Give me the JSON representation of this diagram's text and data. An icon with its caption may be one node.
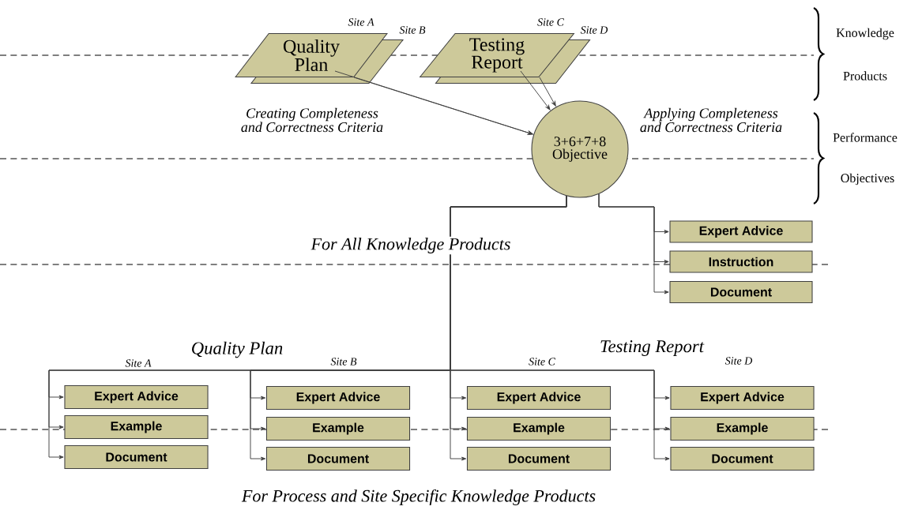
{
  "diagram": {
    "nodes": [
      {
        "text": [
          "Quality Plan"
        ],
        "beside": [
          "Site A",
          "Site B"
        ]
      },
      {
        "text": [
          "Testing Report"
        ],
        "beside": [
          "Site C",
          "Site D"
        ]
      },
      {
        "text": [
          "3+6+7+8 Objective"
        ]
      },
      {
        "text": [
          "Expert Advice"
        ]
      },
      {
        "text": [
          "Instruction"
        ]
      },
      {
        "text": [
          "Document"
        ]
      },
      {
        "text": [
          "Expert Advice"
        ]
      },
      {
        "text": [
          "Example"
        ]
      },
      {
        "text": [
          "Document"
        ]
      },
      {
        "text": [
          "Expert Advice"
        ]
      },
      {
        "text": [
          "Example"
        ]
      },
      {
        "text": [
          "Document"
        ]
      },
      {
        "text": [
          "Expert Advice"
        ]
      },
      {
        "text": [
          "Example"
        ]
      },
      {
        "text": [
          "Document"
        ]
      },
      {
        "text": [
          "Expert Advice"
        ]
      },
      {
        "text": [
          "Example"
        ]
      },
      {
        "text": [
          "Document"
        ]
      }
    ],
    "edges": [
      {
        "from": 0,
        "to": 2,
        "arrow": "to"
      },
      {
        "from": 0,
        "to": 2,
        "arrow": "to"
      },
      {
        "from": 1,
        "to": 2,
        "arrow": "to"
      },
      {
        "from": 1,
        "to": 2,
        "arrow": "to"
      },
      {
        "from": 2,
        "to": 3,
        "arrow": "to"
      },
      {
        "from": 2,
        "to": 4,
        "arrow": "to"
      },
      {
        "from": 2,
        "to": 5,
        "arrow": "to"
      },
      {
        "from": 2,
        "to": 6,
        "arrow": "to"
      },
      {
        "from": 2,
        "to": 7,
        "arrow": "to"
      },
      {
        "from": 2,
        "to": 8,
        "arrow": "to"
      },
      {
        "from": 2,
        "to": 9,
        "arrow": "to"
      },
      {
        "from": 2,
        "to": 10,
        "arrow": "to"
      },
      {
        "from": 2,
        "to": 11,
        "arrow": "to"
      },
      {
        "from": 2,
        "to": 12,
        "arrow": "to"
      },
      {
        "from": 2,
        "to": 13,
        "arrow": "to"
      },
      {
        "from": 2,
        "to": 14,
        "arrow": "to"
      },
      {
        "from": 2,
        "to": 15,
        "arrow": "to"
      },
      {
        "from": 2,
        "to": 16,
        "arrow": "to"
      },
      {
        "from": 2,
        "to": 17,
        "arrow": "to"
      }
    ],
    "labels": [
      "Knowledge",
      "Products",
      "Creating Completeness and Correctness Criteria",
      "Applying Completeness and Correctness Criteria",
      "Performance",
      "Objectives",
      "For All Knowledge Products",
      "Quality Plan",
      "Testing Report",
      "Site A",
      "Site B",
      "Site C",
      "Site D",
      "For Process and Site Specific Knowledge Products"
    ]
  }
}
